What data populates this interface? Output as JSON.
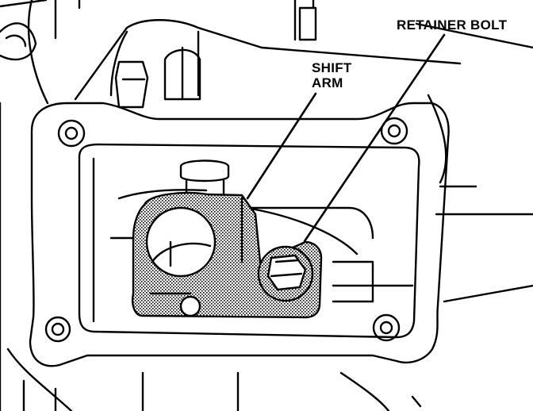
{
  "labels": {
    "retainer_bolt": "RETAINER BOLT",
    "shift_arm_line1": "SHIFT",
    "shift_arm_line2": "ARM"
  },
  "colors": {
    "ink": "#000000",
    "paper": "#ffffff",
    "hatch": "#555555"
  }
}
